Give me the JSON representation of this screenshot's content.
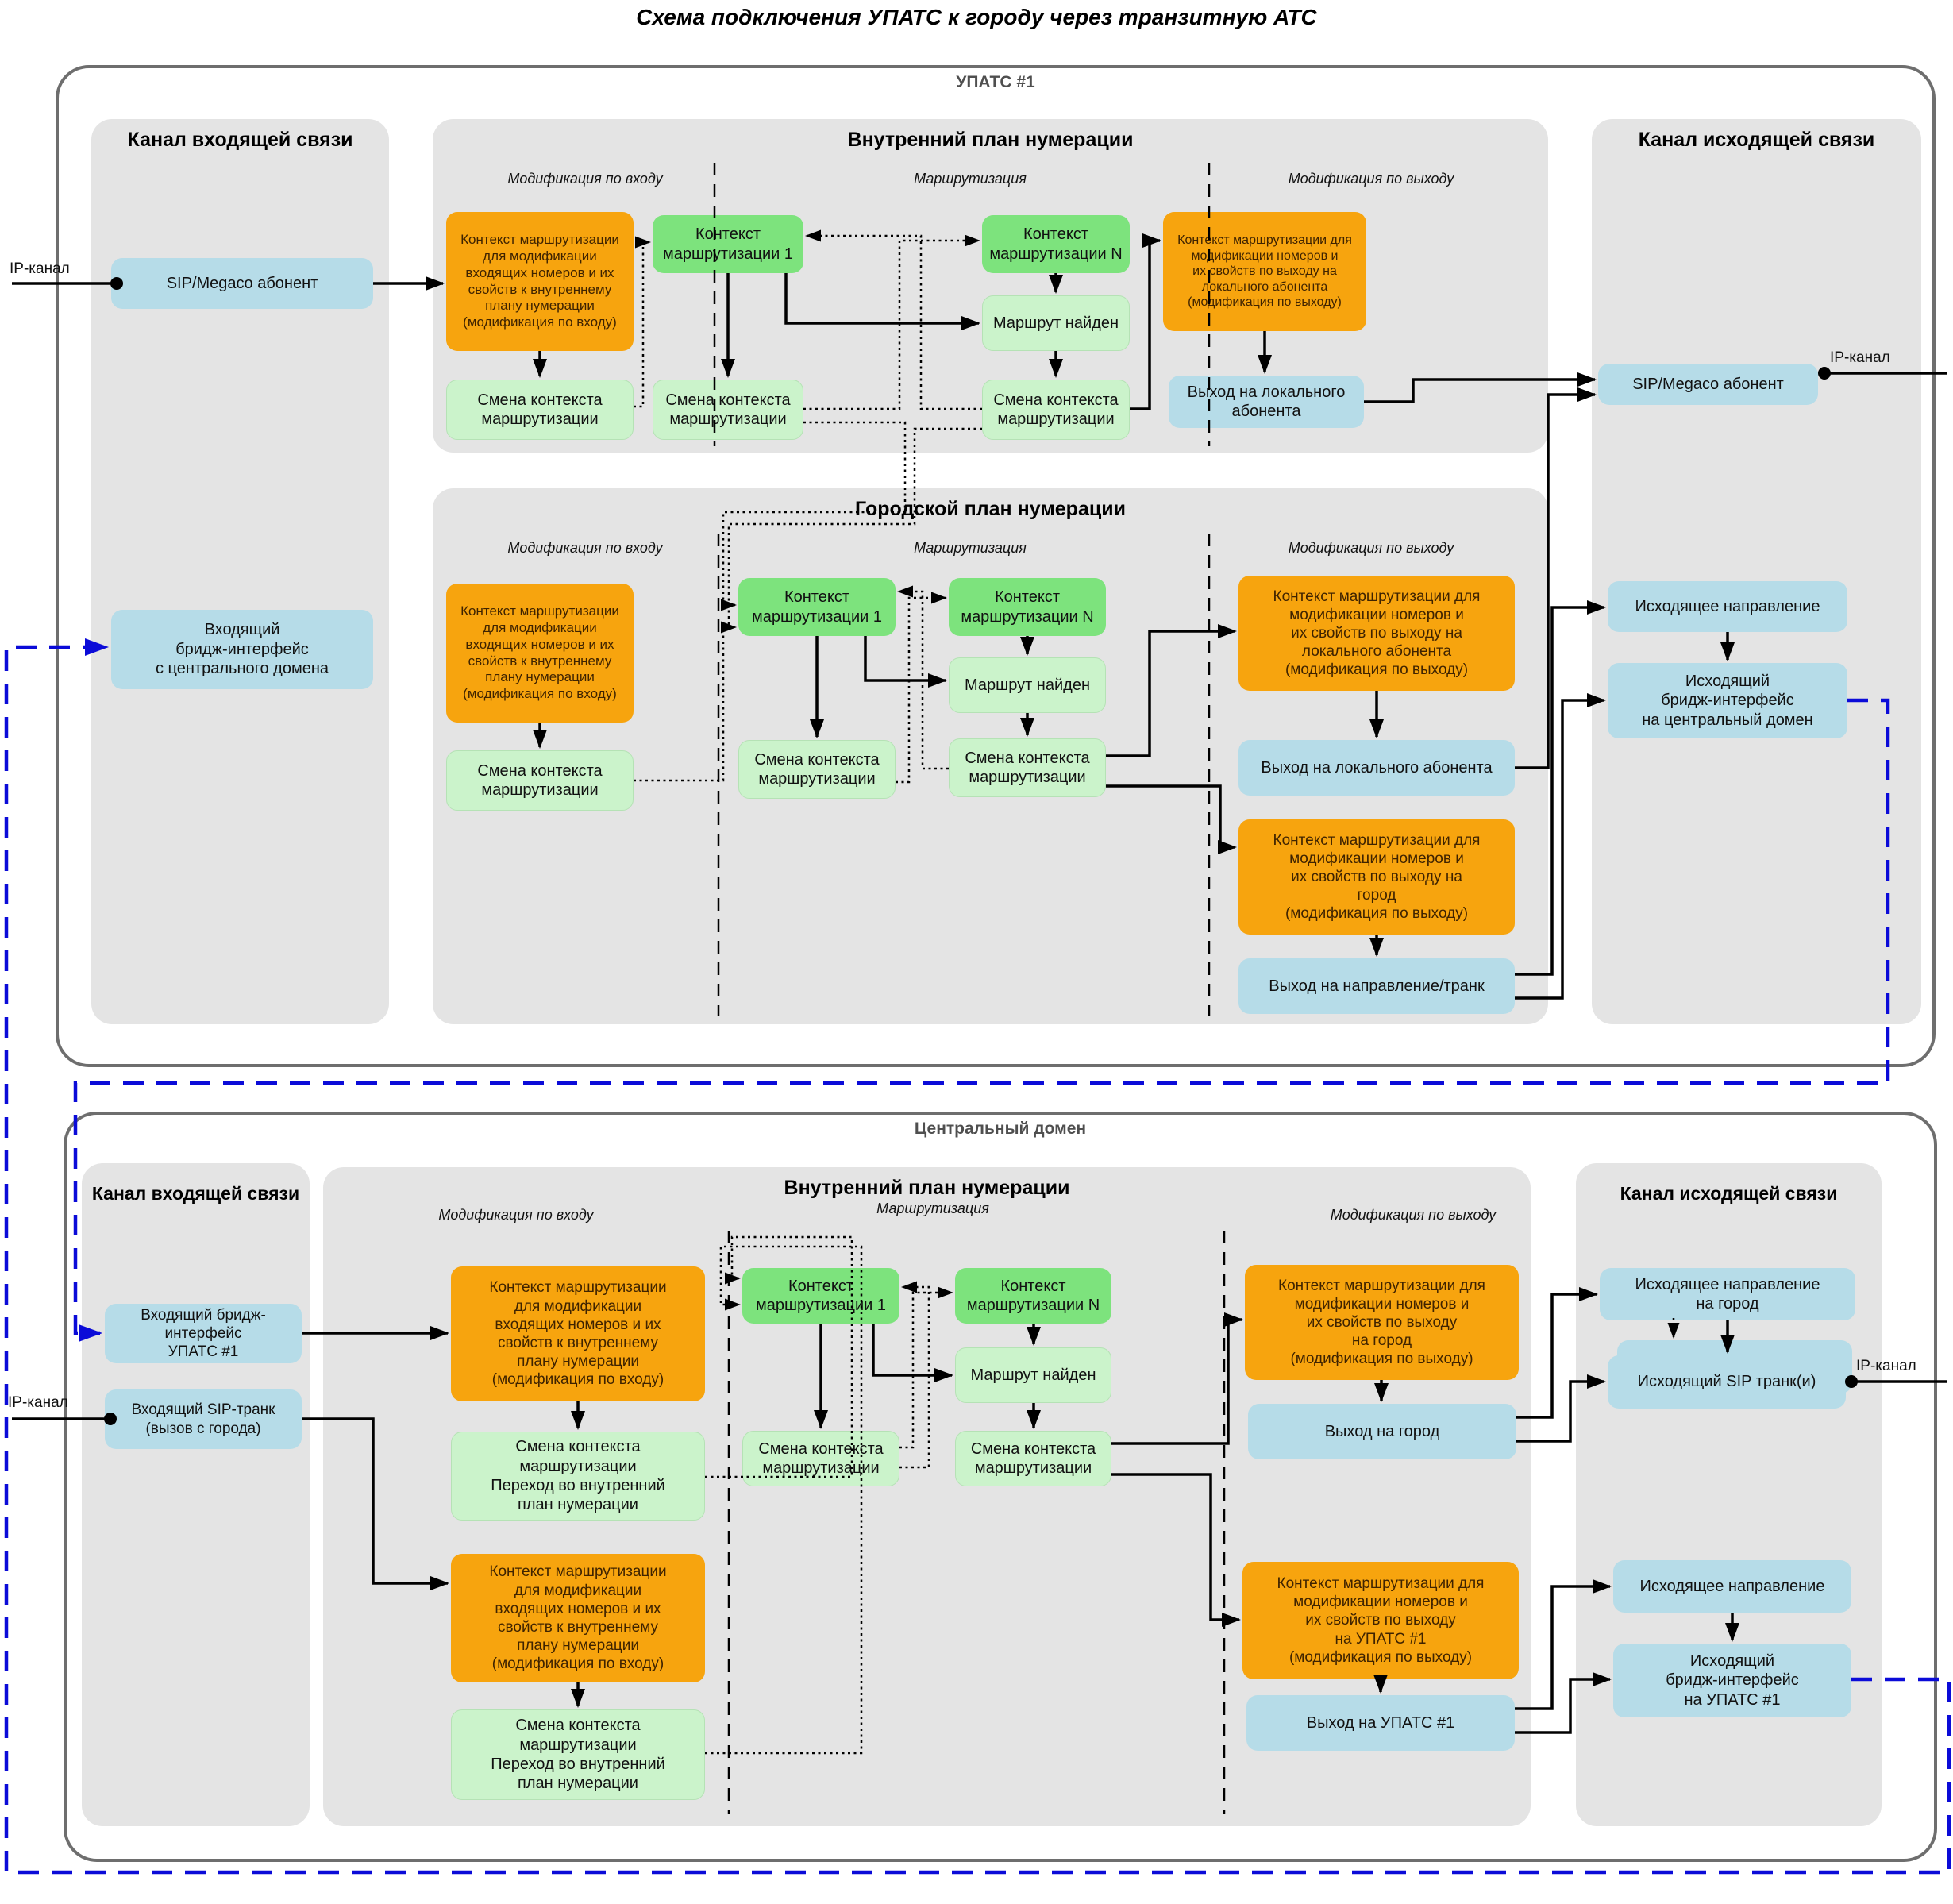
{
  "title": "Схема подключения УПАТС к городу через транзитную АТС",
  "ip_channel": "IP-канал",
  "upats1": {
    "name": "УПАТС #1",
    "incoming": {
      "title": "Канал входящей связи",
      "sip_megaco": "SIP/Megaco абонент",
      "in_bridge": "Входящий\nбридж-интерфейс\nс центрального домена"
    },
    "internal_plan": {
      "title": "Внутренний план нумерации",
      "col_mod_in": "Модификация по входу",
      "col_routing": "Маршрутизация",
      "col_mod_out": "Модификация по выходу",
      "ctx_mod_in": "Контекст маршрутизации\nдля модификации\nвходящих номеров и их\nсвойств к внутреннему\nплану нумерации\n(модификация по входу)",
      "smena": "Смена контекста\nмаршрутизации",
      "ctx1": "Контекст\nмаршрутизации 1",
      "ctxN": "Контекст\nмаршрутизации N",
      "route_found": "Маршрут найден",
      "ctx_mod_out": "Контекст маршрутизации для\nмодификации номеров и\nих свойств по выходу на\nлокального абонента\n(модификация по выходу)",
      "exit_local": "Выход на локального\nабонента"
    },
    "city_plan": {
      "title": "Городской план нумерации",
      "col_mod_in": "Модификация по входу",
      "col_routing": "Маршрутизация",
      "col_mod_out": "Модификация по выходу",
      "ctx_mod_in": "Контекст маршрутизации\nдля модификации\nвходящих номеров и их\nсвойств к внутреннему\nплану нумерации\n(модификация по входу)",
      "smena": "Смена контекста\nмаршрутизации",
      "ctx1": "Контекст\nмаршрутизации 1",
      "ctxN": "Контекст\nмаршрутизации N",
      "route_found": "Маршрут найден",
      "ctx_mod_out_local": "Контекст маршрутизации для\nмодификации номеров и\nих свойств по выходу на\nлокального абонента\n(модификация по выходу)",
      "exit_local": "Выход на локального абонента",
      "ctx_mod_out_city": "Контекст маршрутизации для\nмодификации номеров и\nих свойств по выходу на\nгород\n(модификация по выходу)",
      "exit_trunk": "Выход на направление/транк"
    },
    "outgoing": {
      "title": "Канал исходящей связи",
      "sip_megaco": "SIP/Megaco абонент",
      "out_direction": "Исходящее направление",
      "out_bridge": "Исходящий\nбридж-интерфейс\nна центральный домен"
    }
  },
  "central": {
    "name": "Центральный домен",
    "incoming": {
      "title": "Канал входящей связи",
      "in_bridge": "Входящий бридж-интерфейс\nУПАТС #1",
      "in_sip_trunk": "Входящий SIP-транк\n(вызов с города)"
    },
    "internal_plan": {
      "title": "Внутренний план нумерации",
      "col_mod_in": "Модификация по входу",
      "col_routing": "Маршрутизация",
      "col_mod_out": "Модификация по выходу",
      "ctx_mod_in": "Контекст маршрутизации\nдля модификации\nвходящих номеров и их\nсвойств к внутреннему\nплану нумерации\n(модификация по входу)",
      "smena_transition": "Смена контекста\nмаршрутизации\nПереход во внутренний\nплан нумерации",
      "ctx1": "Контекст\nмаршрутизации 1",
      "ctxN": "Контекст\nмаршрутизации N",
      "route_found": "Маршрут найден",
      "smena": "Смена контекста\nмаршрутизации",
      "ctx_mod_out_city": "Контекст маршрутизации для\nмодификации номеров и\nих свойств по выходу\nна город\n(модификация по выходу)",
      "exit_city": "Выход на город",
      "ctx_mod_out_upats": "Контекст маршрутизации для\nмодификации номеров и\nих свойств по выходу\nна УПАТС #1\n(модификация по выходу)",
      "exit_upats": "Выход на УПАТС #1"
    },
    "outgoing": {
      "title": "Канал исходящей связи",
      "out_dir_city": "Исходящее направление\nна город",
      "out_sip_trunks": "Исходящий SIP транк(и)",
      "out_direction": "Исходящее направление",
      "out_bridge": "Исходящий\nбридж-интерфейс\nна УПАТС #1"
    }
  }
}
